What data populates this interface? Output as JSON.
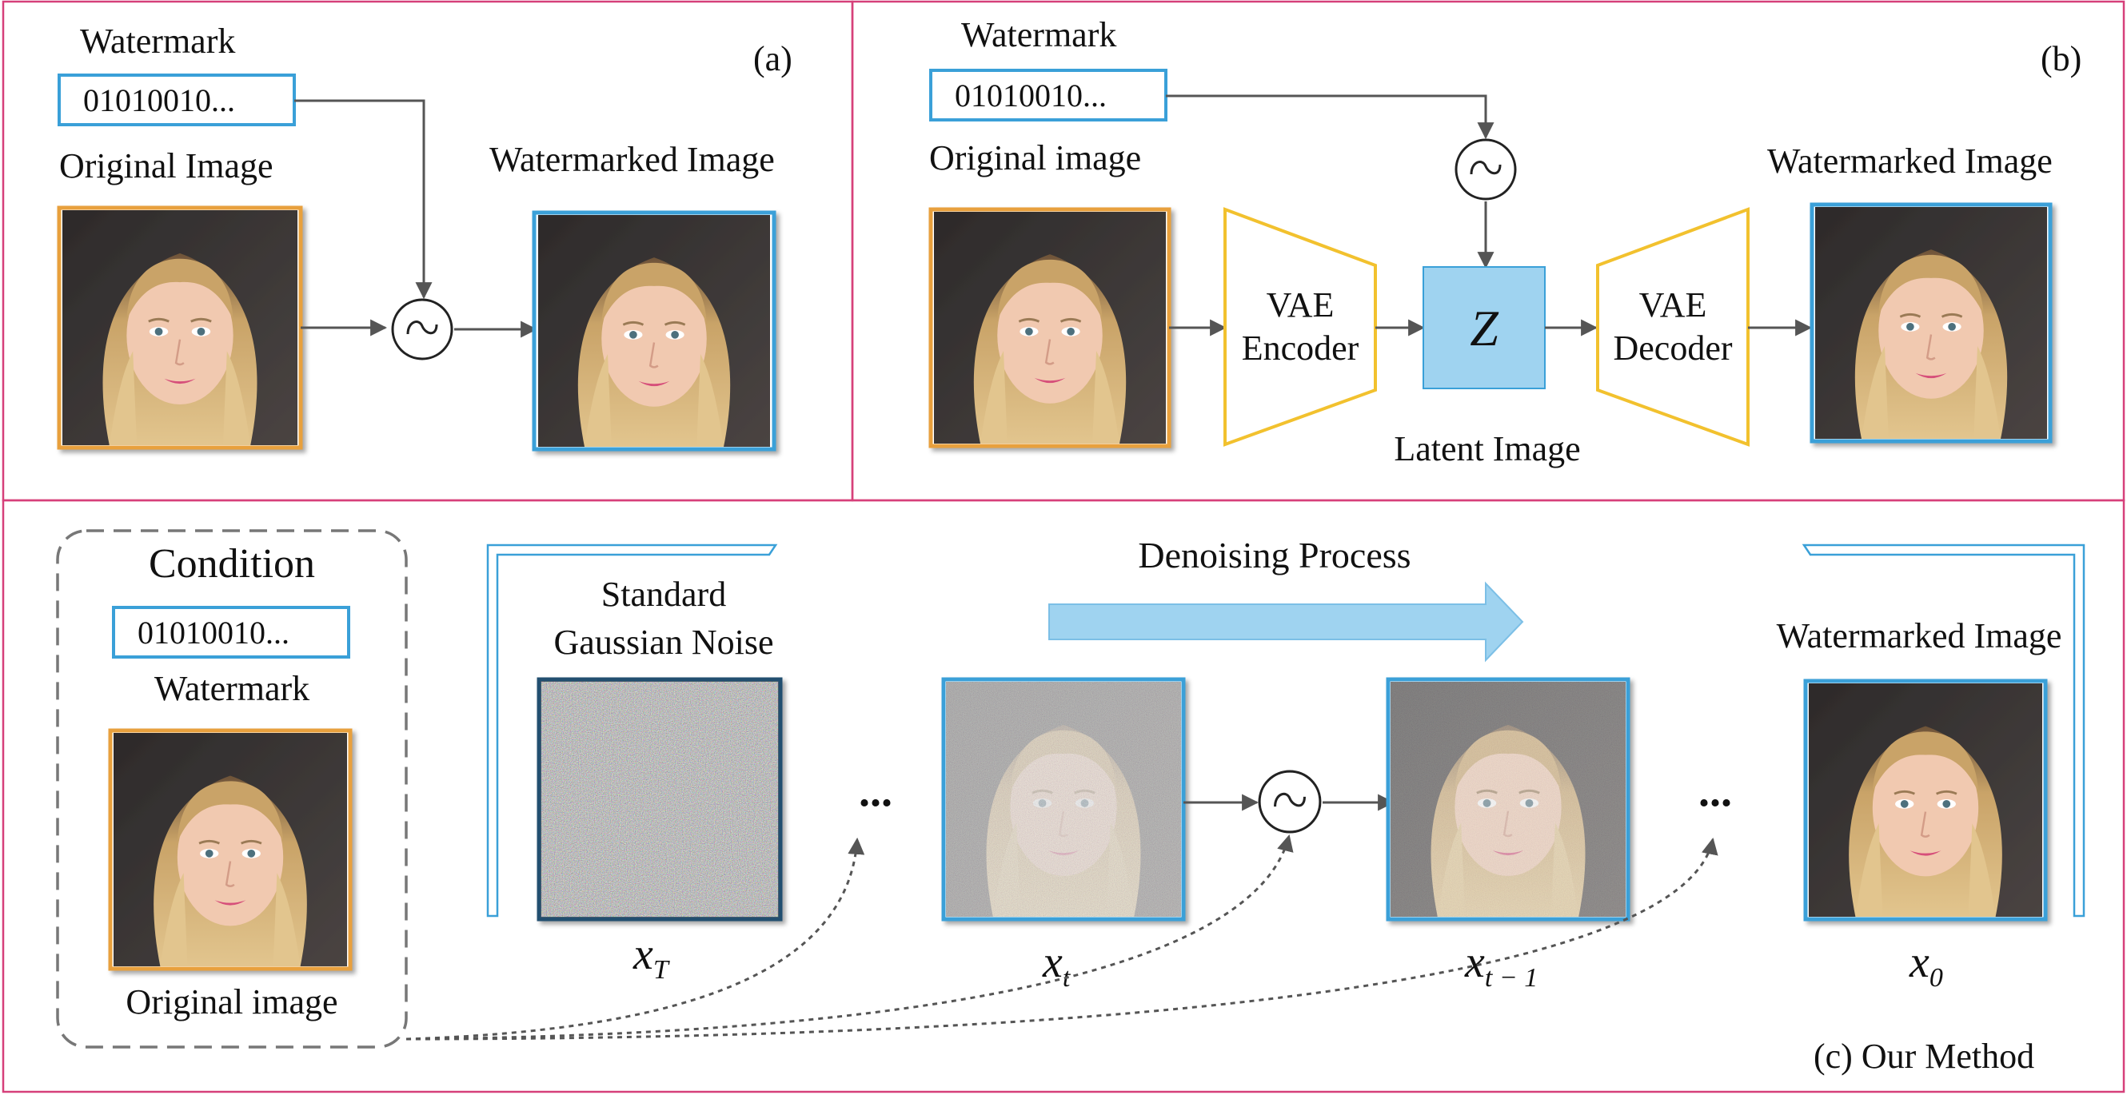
{
  "panel_a": {
    "tag": "(a)",
    "watermark_title": "Watermark",
    "watermark_bits": "01010010...",
    "original_label": "Original Image",
    "output_label": "Watermarked Image"
  },
  "panel_b": {
    "tag": "(b)",
    "watermark_title": "Watermark",
    "watermark_bits": "01010010...",
    "original_label": "Original image",
    "encoder_line1": "VAE",
    "encoder_line2": "Encoder",
    "latent_symbol": "Z",
    "latent_label": "Latent Image",
    "decoder_line1": "VAE",
    "decoder_line2": "Decoder",
    "output_label": "Watermarked Image"
  },
  "panel_c": {
    "caption": "(c) Our Method",
    "condition_title": "Condition",
    "watermark_bits": "01010010...",
    "watermark_title": "Watermark",
    "original_label": "Original image",
    "noise_line1": "Standard",
    "noise_line2": "Gaussian Noise",
    "process_label": "Denoising Process",
    "output_label": "Watermarked Image",
    "ellipsis_left": "...",
    "ellipsis_right": "...",
    "xT_base": "x",
    "xT_sub": "T",
    "xt_base": "x",
    "xt_sub": "t",
    "xt1_base": "x",
    "xt1_sub": "t − 1",
    "x0_base": "x",
    "x0_sub": "0"
  },
  "colors": {
    "panel_border": "#d6407a",
    "original_frame": "#e8a03c",
    "watermarked_frame": "#3aa0d8",
    "vae_outline": "#f2c12e",
    "latent_fill": "#9fd3f0",
    "process_arrow": "#9fd3f0"
  }
}
